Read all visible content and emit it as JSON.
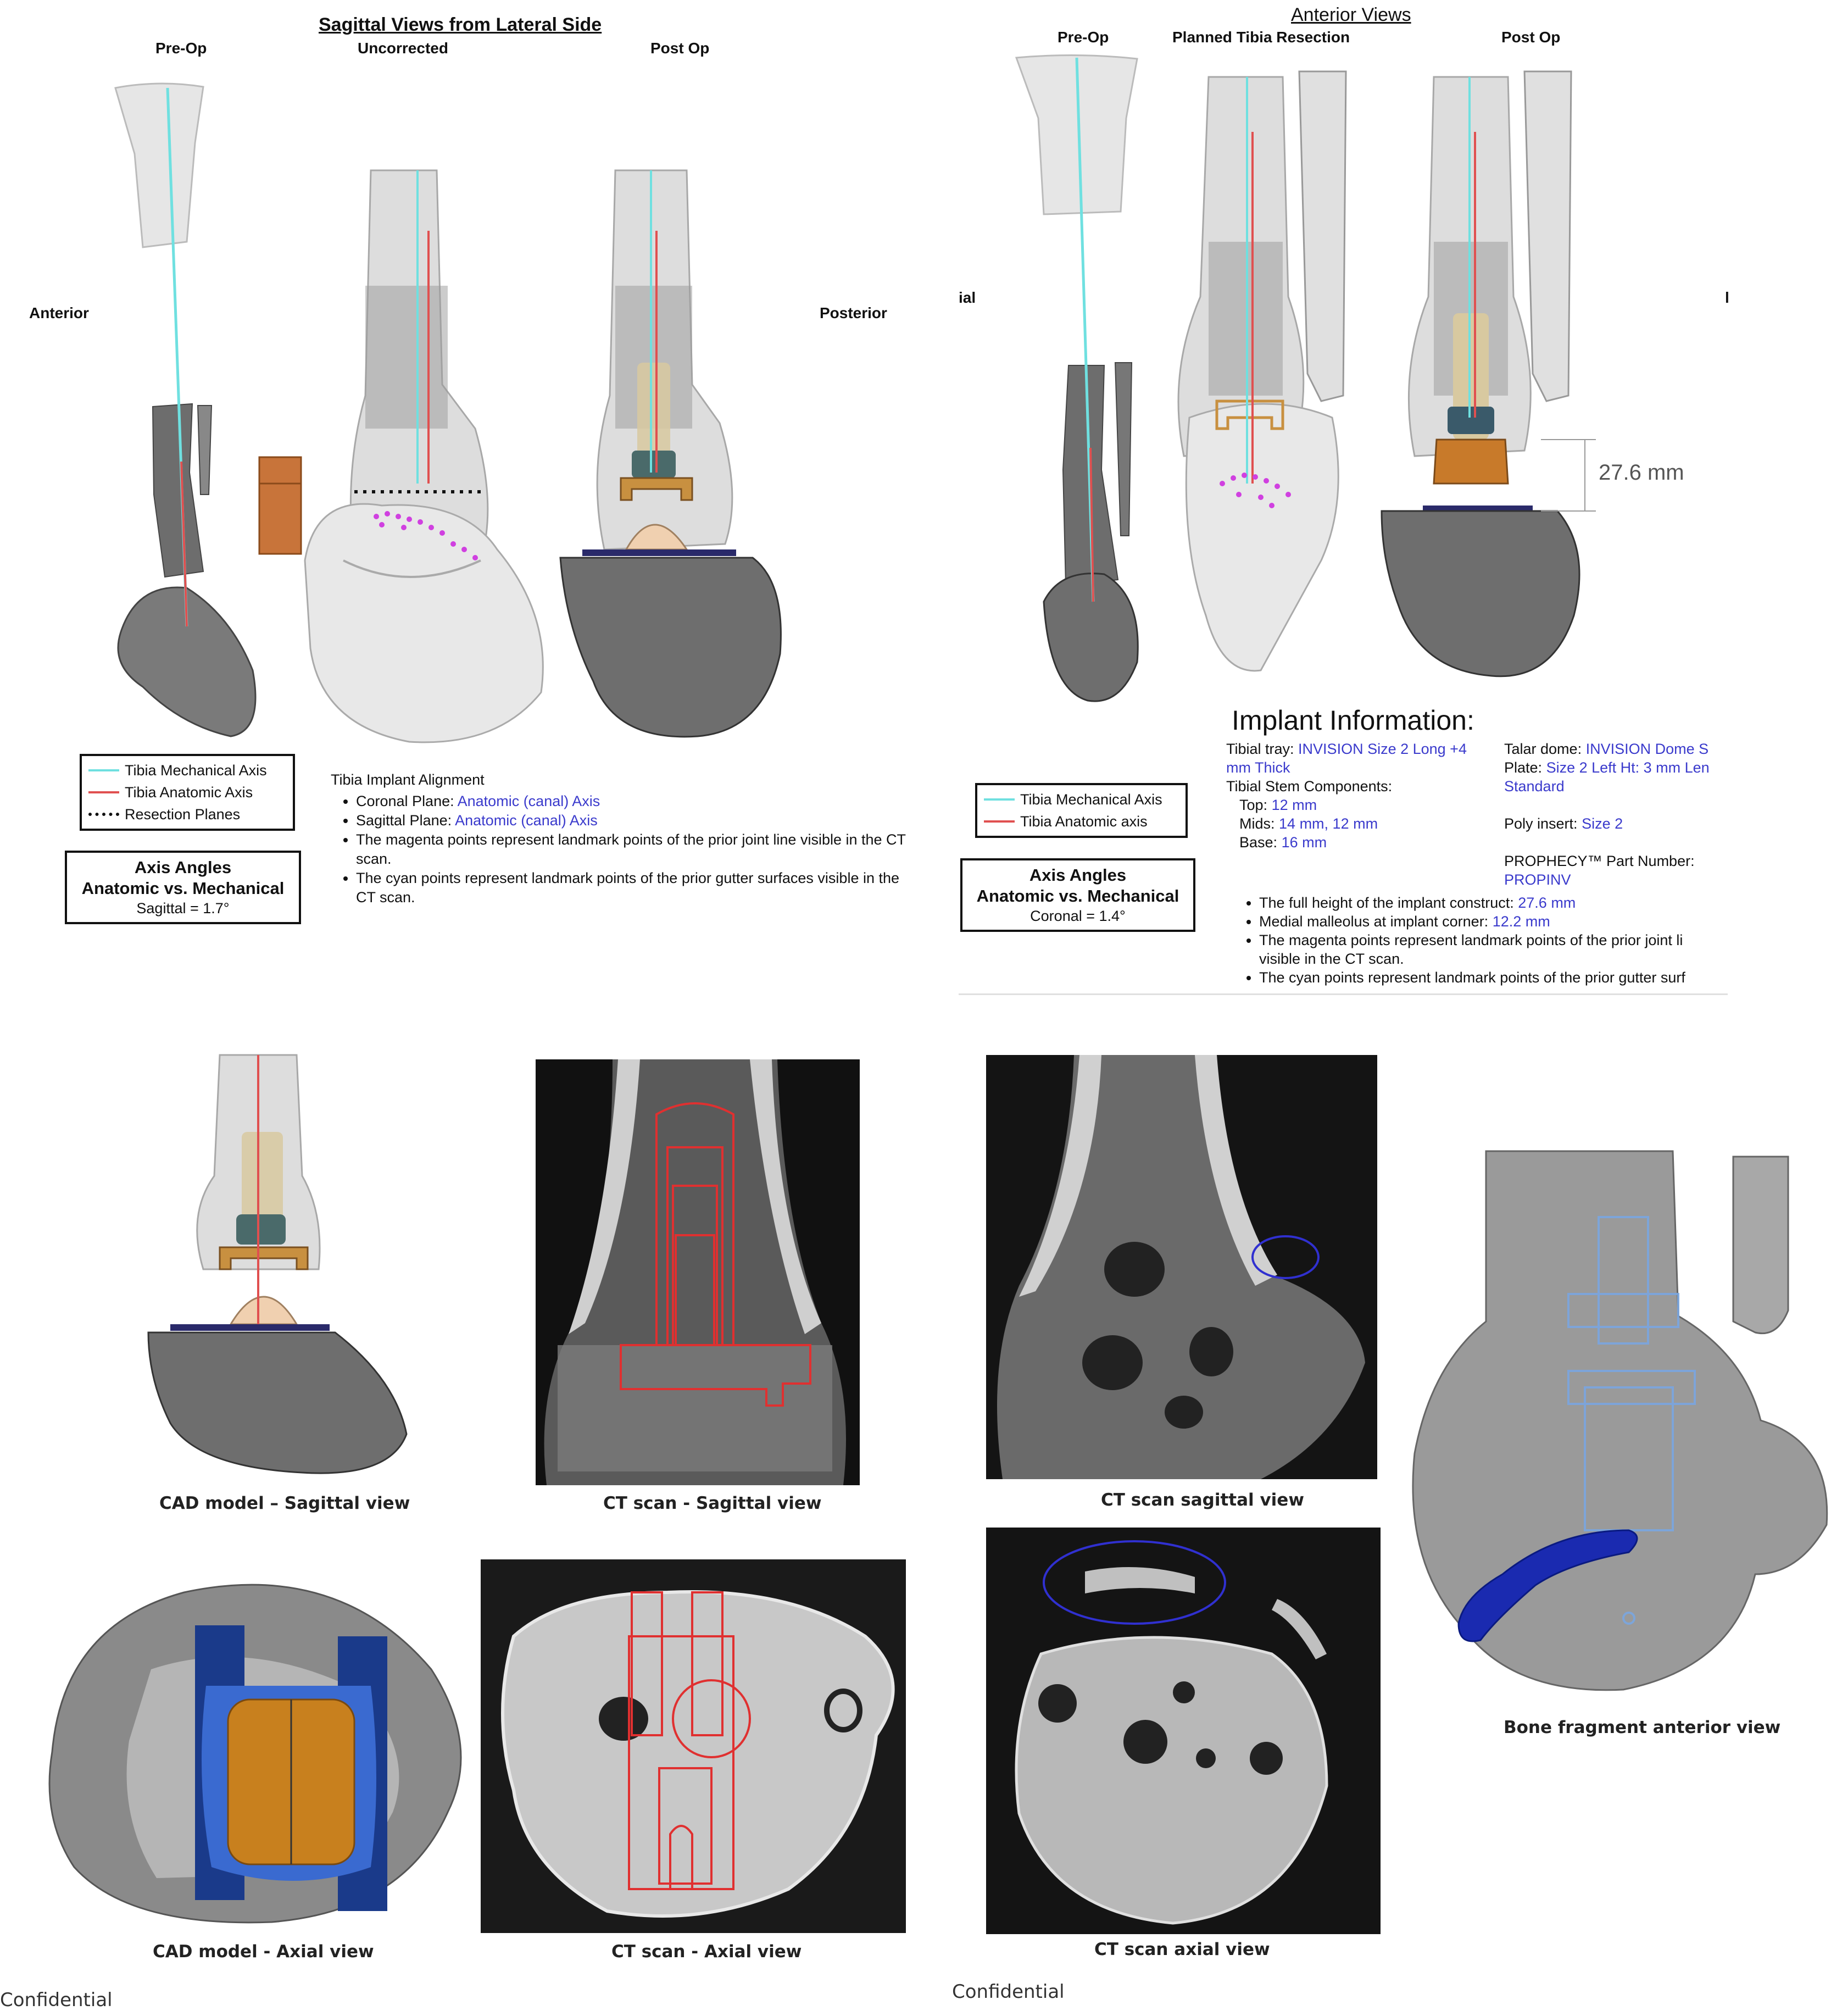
{
  "sagittal": {
    "title": "Sagittal Views from Lateral Side",
    "columns": [
      "Pre-Op",
      "Uncorrected",
      "Post Op"
    ],
    "side_left": "Anterior",
    "side_right": "Posterior",
    "legend": [
      "Tibia Mechanical Axis",
      "Tibia Anatomic Axis",
      "Resection Planes"
    ],
    "axis_box": {
      "line1": "Axis Angles",
      "line2": "Anatomic vs. Mechanical",
      "value": "Sagittal = 1.7°"
    },
    "alignment": {
      "heading": "Tibia Implant Alignment",
      "coronal_label": "Coronal Plane:",
      "coronal_value": "Anatomic (canal) Axis",
      "sagittal_label": "Sagittal Plane:",
      "sagittal_value": "Anatomic (canal) Axis",
      "note1": "The magenta points represent landmark points of the prior joint line visible in the CT scan.",
      "note2": "The cyan points represent landmark points of the prior gutter surfaces visible in the CT scan."
    }
  },
  "anterior": {
    "title": "Anterior Views",
    "columns": [
      "Pre-Op",
      "Planned Tibia Resection",
      "Post Op"
    ],
    "side_left": "ial",
    "side_right": "l",
    "measurement": "27.6 mm",
    "legend": [
      "Tibia Mechanical Axis",
      "Tibia Anatomic axis"
    ],
    "axis_box": {
      "line1": "Axis Angles",
      "line2": "Anatomic vs. Mechanical",
      "value": "Coronal = 1.4°"
    }
  },
  "implant": {
    "title": "Implant Information:",
    "tibial_tray_label": "Tibial tray:",
    "tibial_tray_value_a": "INVISION Size 2 Long +4",
    "tibial_tray_value_b": "mm Thick",
    "stem_label": "Tibial Stem Components:",
    "top_label": "Top:",
    "top_value": "12 mm",
    "mids_label": "Mids:",
    "mids_value": "14 mm, 12 mm",
    "base_label": "Base:",
    "base_value": "16 mm",
    "talar_label": "Talar dome:",
    "talar_value": "INVISION Dome S",
    "plate_label": "Plate:",
    "plate_value_a": "Size 2 Left Ht: 3 mm Len",
    "plate_value_b": "Standard",
    "poly_label": "Poly insert:",
    "poly_value": "Size 2",
    "part_label": "PROPHECY™ Part Number:",
    "part_value": "PROPINV",
    "b1_text": "The full height of the implant construct:",
    "b1_value": "27.6 mm",
    "b2_text": "Medial malleolus at implant corner:",
    "b2_value": "12.2 mm",
    "b3": "The magenta points represent landmark points of the prior joint li",
    "b3b": "visible in the CT scan.",
    "b4": "The cyan points represent landmark points of the prior gutter surf"
  },
  "captions": {
    "cad_sagittal": "CAD model – Sagittal view",
    "ct_sagittal": "CT scan - Sagittal view",
    "ct_sagittal_2": "CT scan sagittal view",
    "bone_fragment": "Bone fragment anterior view",
    "cad_axial": "CAD model - Axial view",
    "ct_axial": "CT scan - Axial view",
    "ct_axial_2": "CT scan axial view"
  },
  "confidential": [
    "Confidential",
    "Confidential"
  ],
  "colors": {
    "mechanical_axis": "#6fe0e0",
    "anatomic_axis": "#e05050",
    "points": "#d040e0",
    "link_blue": "#3a3acc",
    "implant_orange": "#c87a2a",
    "fragment_blue": "#1a2ab0"
  }
}
